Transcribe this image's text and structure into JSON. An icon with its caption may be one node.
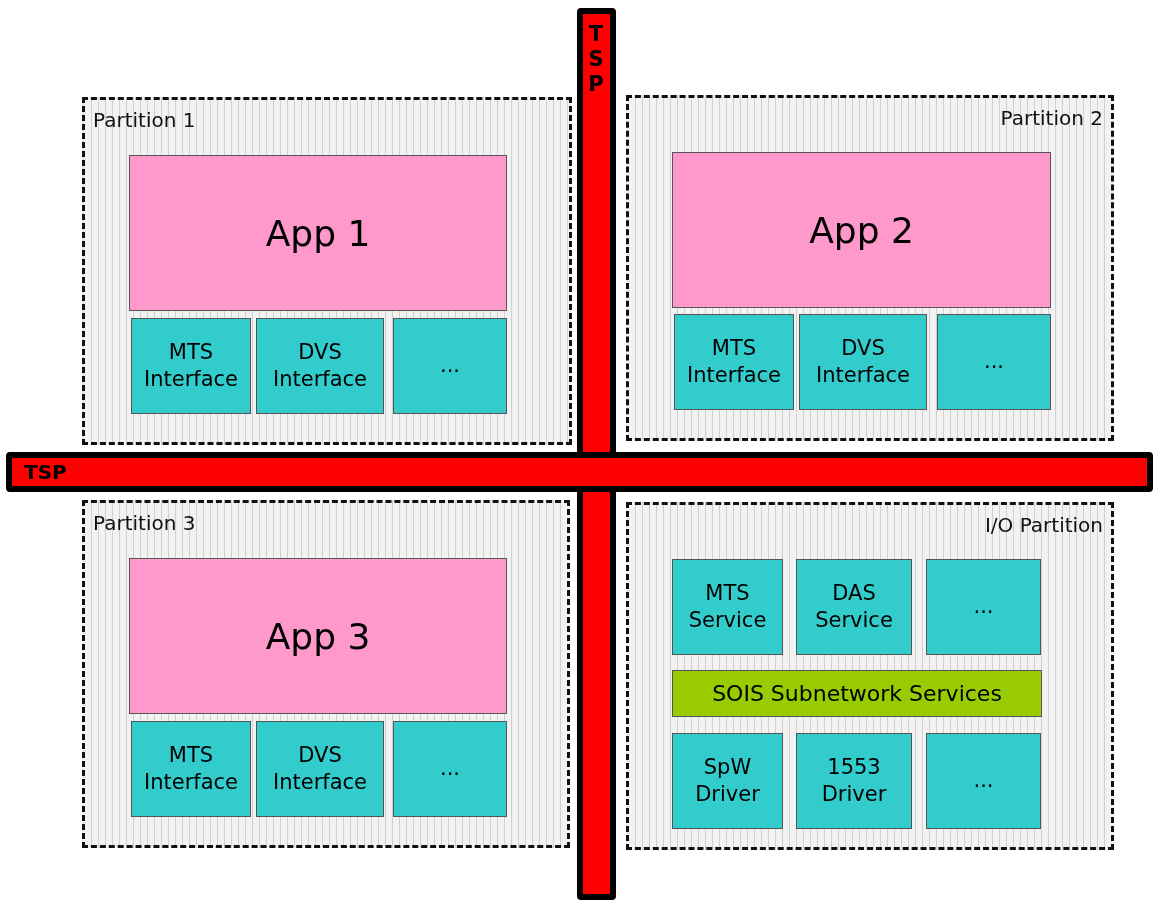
{
  "diagram": {
    "nodes": [
      {
        "text": [
          "TSP"
        ]
      },
      {
        "text": [
          "Partition 1"
        ]
      },
      {
        "text": [
          "App 1"
        ],
        "in": 1
      },
      {
        "text": [
          "MTS Interface"
        ],
        "in": 1
      },
      {
        "text": [
          "DVS Interface"
        ],
        "in": 1
      },
      {
        "text": [
          "..."
        ],
        "in": 1
      },
      {
        "text": [
          "Partition 2"
        ]
      },
      {
        "text": [
          "App 2"
        ],
        "in": 6
      },
      {
        "text": [
          "MTS Interface"
        ],
        "in": 6
      },
      {
        "text": [
          "DVS Interface"
        ],
        "in": 6
      },
      {
        "text": [
          "..."
        ],
        "in": 6
      },
      {
        "text": [
          "TSP"
        ]
      },
      {
        "text": [
          "Partition 3"
        ]
      },
      {
        "text": [
          "App 3"
        ],
        "in": 12
      },
      {
        "text": [
          "MTS Interface"
        ],
        "in": 12
      },
      {
        "text": [
          "DVS Interface"
        ],
        "in": 12
      },
      {
        "text": [
          "..."
        ],
        "in": 12
      },
      {
        "text": [
          "I/O Partition"
        ]
      },
      {
        "text": [
          "MTS Service"
        ],
        "in": 17
      },
      {
        "text": [
          "DAS Service"
        ],
        "in": 17
      },
      {
        "text": [
          "..."
        ],
        "in": 17
      },
      {
        "text": [
          "SOIS Subnetwork Services"
        ],
        "in": 17
      },
      {
        "text": [
          "SpW Driver"
        ],
        "in": 17
      },
      {
        "text": [
          "1553 Driver"
        ],
        "in": 17
      },
      {
        "text": [
          "..."
        ],
        "in": 17
      }
    ]
  }
}
